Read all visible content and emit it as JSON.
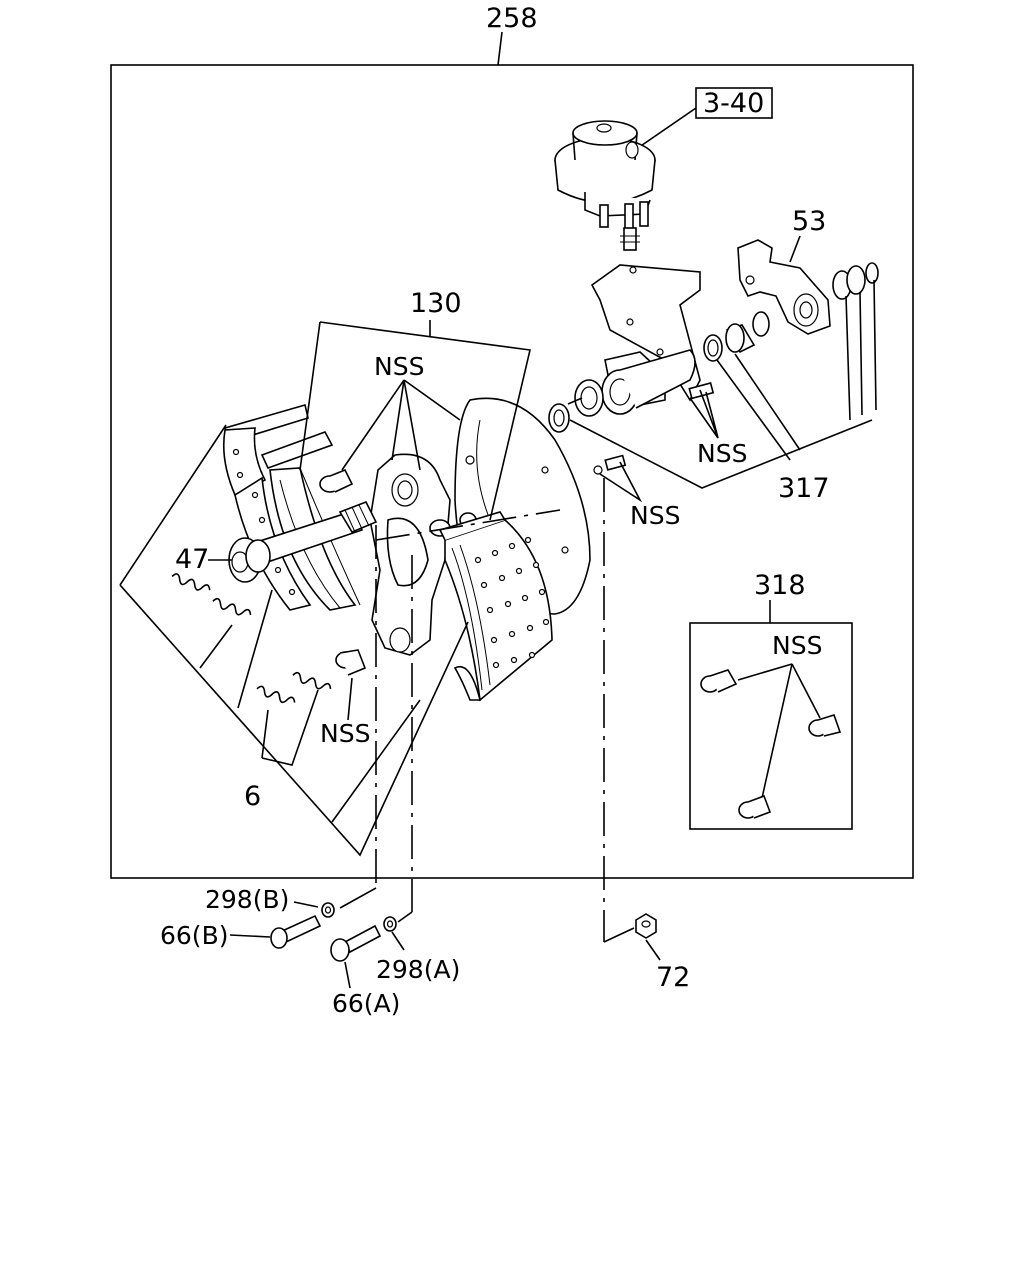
{
  "assembly_number": "258",
  "ref_box_label": "3-40",
  "callouts": {
    "shoe_kit": "130",
    "adjuster": "53",
    "bushing": "317",
    "bushing_kit": "318",
    "anchor_pin": "47",
    "spring": "6",
    "washer_b": "298(B)",
    "bolt_b": "66(B)",
    "washer_a": "298(A)",
    "bolt_a": "66(A)",
    "nut": "72"
  },
  "nss_labels": {
    "top": "NSS",
    "bracket": "NSS",
    "plate": "NSS",
    "roller": "NSS",
    "kit": "NSS"
  }
}
